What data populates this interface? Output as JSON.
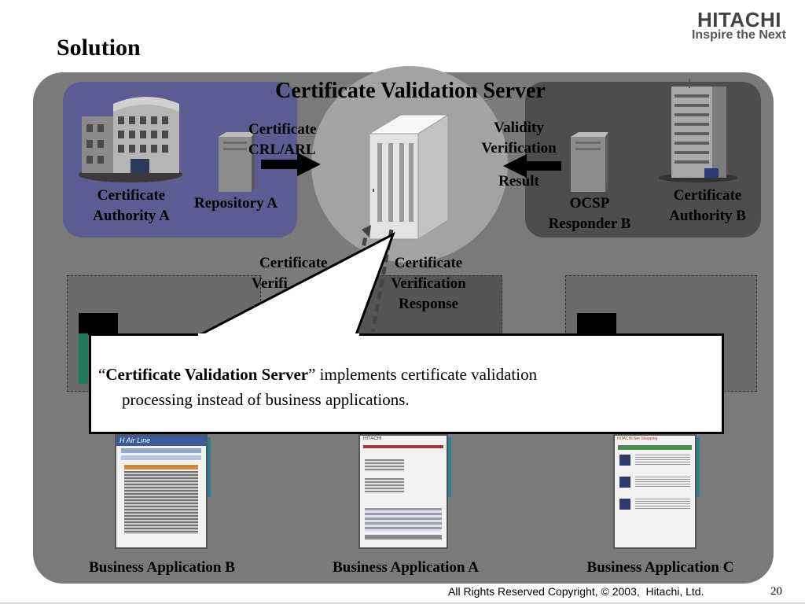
{
  "slide": {
    "title": "Solution",
    "page_number": "20",
    "copyright": "All Rights Reserved Copyright, © 2003,  Hitachi, Ltd."
  },
  "logo": {
    "brand": "HITACHI",
    "tagline": "Inspire the Next"
  },
  "diagram": {
    "server_title": "Certificate Validation Server",
    "nodes": {
      "ca_a": "Certificate Authority A",
      "ca_a_line1": "Certificate",
      "ca_a_line2": "Authority A",
      "repository_a": "Repository A",
      "ocsp_b_line1": "OCSP",
      "ocsp_b_line2": "Responder B",
      "ca_b_line1": "Certificate",
      "ca_b_line2": "Authority B"
    },
    "arrows": {
      "crl_line1": "Certificate",
      "crl_line2": "CRL/ARL",
      "validity_line1": "Validity",
      "validity_line2": "Verification",
      "validity_line3": "Result",
      "request_line1": "Certificate",
      "request_line2": "Verifi",
      "response_line1": "Certificate",
      "response_line2": "Verification",
      "response_line3": "Response"
    },
    "applications": {
      "b": "Business Application B",
      "a": "Business Application A",
      "c": "Business Application C",
      "b_screen_header": "H Air Line",
      "a_screen_header": "HITACHI",
      "c_screen_header": "HITACHI Net Shopping"
    },
    "callout": {
      "open_quote": "“",
      "emphasis": "Certificate Validation Server",
      "rest_line1": "” implements certificate validation",
      "line2": "processing instead of business applications."
    }
  },
  "colors": {
    "main_panel": "#7a7a7a",
    "panel_a": "#5c5c92",
    "panel_b": "#4d4d4d",
    "glow": "#a3a3a3"
  }
}
